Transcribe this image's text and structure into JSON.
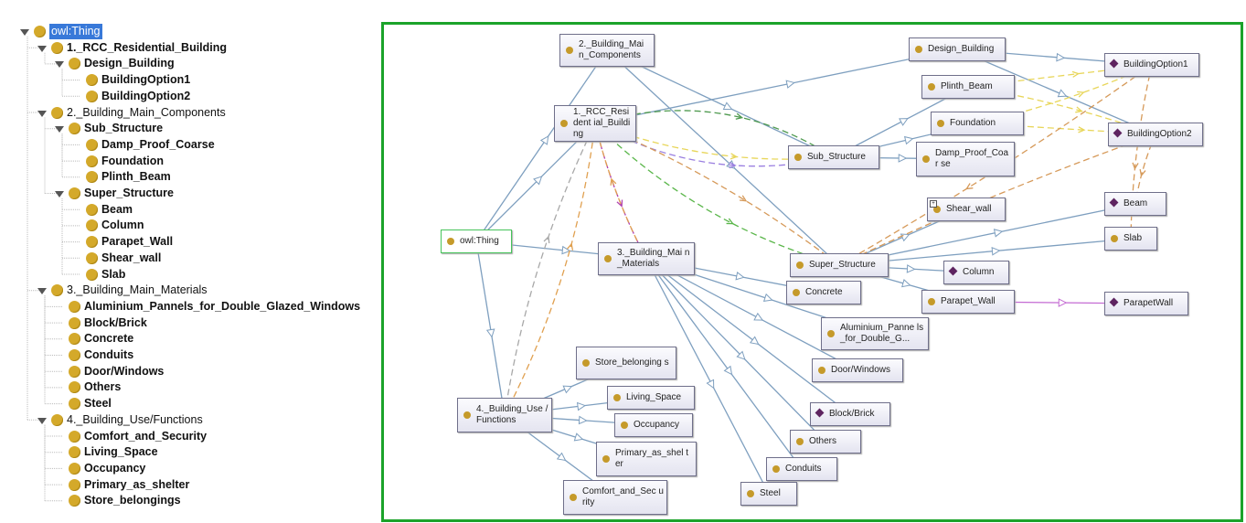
{
  "tree": {
    "items": [
      {
        "label": "owl:Thing",
        "bold": false,
        "selected": true,
        "level": 0,
        "toggle": true
      },
      {
        "label": "1._RCC_Residential_Building",
        "bold": true,
        "level": 1,
        "toggle": true
      },
      {
        "label": "Design_Building",
        "bold": true,
        "level": 2,
        "toggle": true
      },
      {
        "label": "BuildingOption1",
        "bold": true,
        "level": 3,
        "toggle": false
      },
      {
        "label": "BuildingOption2",
        "bold": true,
        "level": 3,
        "toggle": false
      },
      {
        "label": "2._Building_Main_Components",
        "bold": false,
        "level": 1,
        "toggle": true
      },
      {
        "label": "Sub_Structure",
        "bold": true,
        "level": 2,
        "toggle": true
      },
      {
        "label": "Damp_Proof_Coarse",
        "bold": true,
        "level": 3,
        "toggle": false
      },
      {
        "label": "Foundation",
        "bold": true,
        "level": 3,
        "toggle": false
      },
      {
        "label": "Plinth_Beam",
        "bold": true,
        "level": 3,
        "toggle": false
      },
      {
        "label": "Super_Structure",
        "bold": true,
        "level": 2,
        "toggle": true
      },
      {
        "label": "Beam",
        "bold": true,
        "level": 3,
        "toggle": false
      },
      {
        "label": "Column",
        "bold": true,
        "level": 3,
        "toggle": false
      },
      {
        "label": "Parapet_Wall",
        "bold": true,
        "level": 3,
        "toggle": false
      },
      {
        "label": "Shear_wall",
        "bold": true,
        "level": 3,
        "toggle": false
      },
      {
        "label": "Slab",
        "bold": true,
        "level": 3,
        "toggle": false
      },
      {
        "label": "3._Building_Main_Materials",
        "bold": false,
        "level": 1,
        "toggle": true
      },
      {
        "label": "Aluminium_Pannels_for_Double_Glazed_Windows",
        "bold": true,
        "level": 2,
        "toggle": false
      },
      {
        "label": "Block/Brick",
        "bold": true,
        "level": 2,
        "toggle": false
      },
      {
        "label": "Concrete",
        "bold": true,
        "level": 2,
        "toggle": false
      },
      {
        "label": "Conduits",
        "bold": true,
        "level": 2,
        "toggle": false
      },
      {
        "label": "Door/Windows",
        "bold": true,
        "level": 2,
        "toggle": false
      },
      {
        "label": "Others",
        "bold": true,
        "level": 2,
        "toggle": false
      },
      {
        "label": "Steel",
        "bold": true,
        "level": 2,
        "toggle": false
      },
      {
        "label": "4._Building_Use/Functions",
        "bold": false,
        "level": 1,
        "toggle": true
      },
      {
        "label": "Comfort_and_Security",
        "bold": true,
        "level": 2,
        "toggle": false
      },
      {
        "label": "Living_Space",
        "bold": true,
        "level": 2,
        "toggle": false
      },
      {
        "label": "Occupancy",
        "bold": true,
        "level": 2,
        "toggle": false
      },
      {
        "label": "Primary_as_shelter",
        "bold": true,
        "level": 2,
        "toggle": false
      },
      {
        "label": "Store_belongings",
        "bold": true,
        "level": 2,
        "toggle": false
      }
    ]
  },
  "graph": {
    "colors": {
      "frame": "#1ba32a",
      "subclass_edge": "#7e9fbf",
      "class_icon": "#c59a2a",
      "individual_icon": "#5e2460"
    },
    "nodes": [
      {
        "id": "thing",
        "label": "owl:Thing",
        "kind": "class"
      },
      {
        "id": "rcc",
        "label": "1._RCC_Resident ial_Building",
        "kind": "class"
      },
      {
        "id": "comp",
        "label": "2._Building_Mai n_Components",
        "kind": "class"
      },
      {
        "id": "mat",
        "label": "3._Building_Mai n_Materials",
        "kind": "class"
      },
      {
        "id": "use",
        "label": "4._Building_Use /Functions",
        "kind": "class"
      },
      {
        "id": "design",
        "label": "Design_Building",
        "kind": "class"
      },
      {
        "id": "plinth",
        "label": "Plinth_Beam",
        "kind": "class"
      },
      {
        "id": "found",
        "label": "Foundation",
        "kind": "class"
      },
      {
        "id": "sub",
        "label": "Sub_Structure",
        "kind": "class"
      },
      {
        "id": "damp",
        "label": "Damp_Proof_Coar se",
        "kind": "class"
      },
      {
        "id": "shear",
        "label": "Shear_wall",
        "kind": "class"
      },
      {
        "id": "super",
        "label": "Super_Structure",
        "kind": "class"
      },
      {
        "id": "parapet",
        "label": "Parapet_Wall",
        "kind": "class"
      },
      {
        "id": "concrete",
        "label": "Concrete",
        "kind": "class"
      },
      {
        "id": "alum",
        "label": "Aluminium_Panne ls_for_Double_G...",
        "kind": "class"
      },
      {
        "id": "door",
        "label": "Door/Windows",
        "kind": "class"
      },
      {
        "id": "others",
        "label": "Others",
        "kind": "class"
      },
      {
        "id": "conduits",
        "label": "Conduits",
        "kind": "class"
      },
      {
        "id": "steel",
        "label": "Steel",
        "kind": "class"
      },
      {
        "id": "store",
        "label": "Store_belonging s",
        "kind": "class"
      },
      {
        "id": "living",
        "label": "Living_Space",
        "kind": "class"
      },
      {
        "id": "occ",
        "label": "Occupancy",
        "kind": "class"
      },
      {
        "id": "primary",
        "label": "Primary_as_shel ter",
        "kind": "class"
      },
      {
        "id": "comfort",
        "label": "Comfort_and_Sec urity",
        "kind": "class"
      },
      {
        "id": "opt1",
        "label": "BuildingOption1",
        "kind": "individual"
      },
      {
        "id": "opt2",
        "label": "BuildingOption2",
        "kind": "individual"
      },
      {
        "id": "beam",
        "label": "Beam",
        "kind": "individual"
      },
      {
        "id": "slab",
        "label": "Slab",
        "kind": "class"
      },
      {
        "id": "column",
        "label": "Column",
        "kind": "individual"
      },
      {
        "id": "parapetwall",
        "label": "ParapetWall",
        "kind": "individual"
      },
      {
        "id": "brick",
        "label": "Block/Brick",
        "kind": "individual"
      }
    ]
  }
}
